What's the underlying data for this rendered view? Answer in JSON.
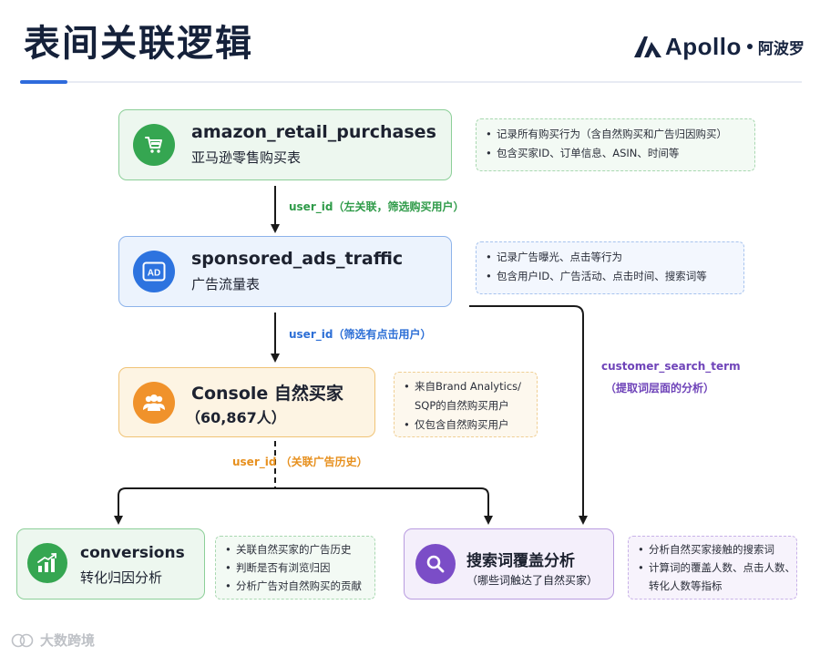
{
  "title": "表间关联逻辑",
  "brand": {
    "name_en": "Apollo",
    "name_cn": "阿波罗"
  },
  "nodes": {
    "retail": {
      "name": "amazon_retail_purchases",
      "desc": "亚马逊零售购买表",
      "icon": "cart-icon",
      "notes": [
        "记录所有购买行为（含自然购买和广告归因购买）",
        "包含买家ID、订单信息、ASIN、时间等"
      ]
    },
    "ads": {
      "name": "sponsored_ads_traffic",
      "desc": "广告流量表",
      "icon": "ad-icon",
      "notes": [
        "记录广告曝光、点击等行为",
        "包含用户ID、广告活动、点击时间、搜索词等"
      ]
    },
    "console": {
      "name": "Console 自然买家",
      "desc": "（60,867人）",
      "icon": "users-icon",
      "notes": [
        "来自Brand Analytics/",
        "SQP的自然购买用户",
        "仅包含自然购买用户"
      ]
    },
    "conversions": {
      "name": "conversions",
      "desc": "转化归因分析",
      "icon": "chart-up-icon",
      "notes": [
        "关联自然买家的广告历史",
        "判断是否有浏览归因",
        "分析广告对自然购买的贡献"
      ]
    },
    "search": {
      "name": "搜索词覆盖分析",
      "desc": "（哪些词触达了自然买家）",
      "icon": "search-icon",
      "notes": [
        "分析自然买家接触的搜索词",
        "计算词的覆盖人数、点击人数、",
        "转化人数等指标"
      ]
    }
  },
  "edges": {
    "retail_to_ads": "user_id（左关联，筛选购买用户）",
    "ads_to_console": "user_id（筛选有点击用户）",
    "console_split": "user_id （关联广告历史）",
    "ads_to_search_1": "customer_search_term",
    "ads_to_search_2": "（提取词层面的分析）"
  },
  "watermark": "大数跨境",
  "colors": {
    "green": "#35a651",
    "blue": "#2d73df",
    "orange": "#f0922b",
    "purple": "#7b4dc7",
    "title": "#15213a"
  }
}
